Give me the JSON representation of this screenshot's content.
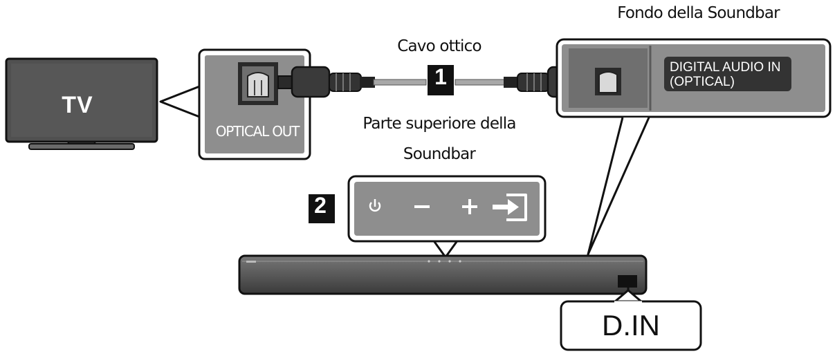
{
  "labels": {
    "tv": "TV",
    "optical_out": "OPTICAL OUT",
    "cable": "Cavo ottico",
    "soundbar_bottom": "Fondo della Soundbar",
    "digital_audio_in_line1": "DIGITAL AUDIO IN",
    "digital_audio_in_line2": "(OPTICAL)",
    "soundbar_top_line1": "Parte superiore della",
    "soundbar_top_line2": "Soundbar",
    "d_in": "D.IN"
  },
  "steps": {
    "step1": "1",
    "step2": "2"
  },
  "controls": [
    "power-button",
    "volume-down-button",
    "volume-up-button",
    "source-button"
  ],
  "colors": {
    "panel_gray": "#8c8c8c",
    "dark_gray": "#4a4a4a",
    "outline_black": "#111111",
    "soundbar_body": "#5e5e5e",
    "cable_gray": "#b0b0b0"
  }
}
